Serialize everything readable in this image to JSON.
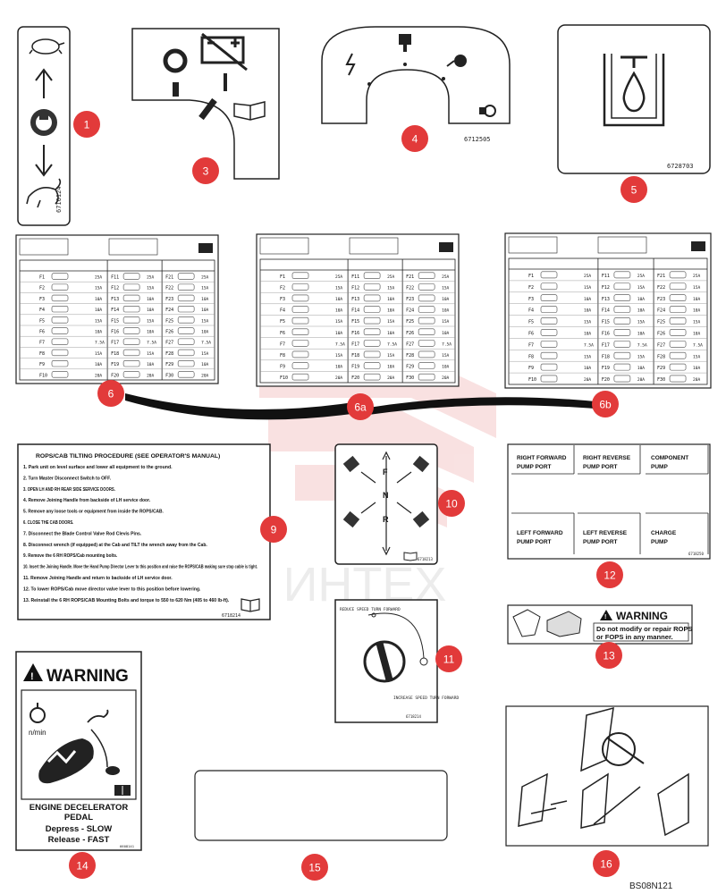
{
  "callouts": [
    "1",
    "3",
    "4",
    "5",
    "6",
    "6a",
    "6b",
    "9",
    "10",
    "11",
    "12",
    "13",
    "14",
    "15",
    "16"
  ],
  "callout_color": "#e23a3a",
  "watermark": "ИНТЕХ",
  "figure_code": "BS08N121",
  "decal1": {
    "partno": "6716124"
  },
  "decal4": {
    "partno": "6712505"
  },
  "decal5": {
    "partno": "6728703"
  },
  "decal9": {
    "title": "ROPS/CAB TILTING PROCEDURE (SEE OPERATOR'S MANUAL)",
    "steps": [
      "1. Park unit on level surface and lower all equipment to the ground.",
      "2. Turn Master Disconnect Switch to OFF.",
      "3. OPEN LH AND RH REAR SIDE SERVICE DOORS.",
      "4. Remove Joining Handle from backside of LH service door.",
      "5. Remove any loose tools or equipment from inside the ROPS/CAB.",
      "6. CLOSE THE CAB DOORS.",
      "7. Disconnect the Blade Control Valve Rod Clevis Pins.",
      "8. Disconnect wrench (if equipped) at the Cab and TILT the wrench away from the Cab.",
      "9. Remove the 6 RH ROPS/Cab mounting bolts.",
      "10. Insert the Joining Handle. Move the Hand Pump Director Lever to this position and raise the ROPS/CAB making sure stop cable is tight.",
      "11. Remove Joining Handle and return to backside of LH service door.",
      "12. To lower ROPS/Cab move director valve lever to this position before lowering.",
      "13. Reinstall the 6 RH ROPS/CAB Mounting Bolts and torque to 550 to 620 Nm (405 to 460 lb-ft)."
    ],
    "partno": "6718214"
  },
  "decal10": {
    "letters": [
      "F",
      "N",
      "R"
    ],
    "partno": "6718213"
  },
  "decal11": {
    "top_label": "REDUCE SPEED TURN FORWARD",
    "bottom_label": "INCREASE SPEED TURN FORWARD",
    "partno": "6718214"
  },
  "decal12": {
    "cells": [
      "RIGHT FORWARD PUMP PORT",
      "RIGHT REVERSE PUMP PORT",
      "COMPONENT PUMP",
      "LEFT FORWARD PUMP PORT",
      "LEFT REVERSE PUMP PORT",
      "CHARGE PUMP"
    ],
    "partno": "6718250"
  },
  "decal13": {
    "header": "WARNING",
    "text": "Do not modify or repair ROPS or FOPS in any manner."
  },
  "decal14": {
    "header": "WARNING",
    "unit": "n/min",
    "title": "ENGINE DECELERATOR PEDAL",
    "line1": "Depress - SLOW",
    "line2": "Release - FAST",
    "partno": "6608141"
  },
  "fuse_charts": [
    {
      "id": "6",
      "left_fuses": [
        "F1",
        "F2",
        "F3",
        "F4",
        "F5",
        "F6",
        "F7",
        "F8",
        "F9",
        "F10"
      ],
      "mid_fuses": [
        "F11",
        "F12",
        "F13",
        "F14",
        "F15",
        "F16",
        "F17",
        "F18",
        "F19",
        "F20"
      ],
      "right_fuses": [
        "F21",
        "F22",
        "F23",
        "F24",
        "F25",
        "F26",
        "F27",
        "F28",
        "F29",
        "F30"
      ]
    },
    {
      "id": "6a",
      "left_fuses": [
        "F1",
        "F2",
        "F3",
        "F4",
        "F5",
        "F6",
        "F7",
        "F8",
        "F9",
        "F10"
      ],
      "mid_fuses": [
        "F11",
        "F12",
        "F13",
        "F14",
        "F15",
        "F16",
        "F17",
        "F18",
        "F19",
        "F20"
      ],
      "right_fuses": [
        "F21",
        "F22",
        "F23",
        "F24",
        "F25",
        "F26",
        "F27",
        "F28",
        "F29",
        "F30"
      ]
    },
    {
      "id": "6b",
      "left_fuses": [
        "F1",
        "F2",
        "F3",
        "F4",
        "F5",
        "F6",
        "F7",
        "F8",
        "F9",
        "F10"
      ],
      "mid_fuses": [
        "F11",
        "F12",
        "F13",
        "F14",
        "F15",
        "F16",
        "F17",
        "F18",
        "F19",
        "F20"
      ],
      "right_fuses": [
        "F21",
        "F22",
        "F23",
        "F24",
        "F25",
        "F26",
        "F27",
        "F28",
        "F29",
        "F30"
      ]
    }
  ],
  "amp_labels": [
    "25A",
    "15A",
    "10A",
    "10A",
    "15A",
    "10A",
    "7.5A",
    "15A",
    "10A",
    "20A"
  ]
}
